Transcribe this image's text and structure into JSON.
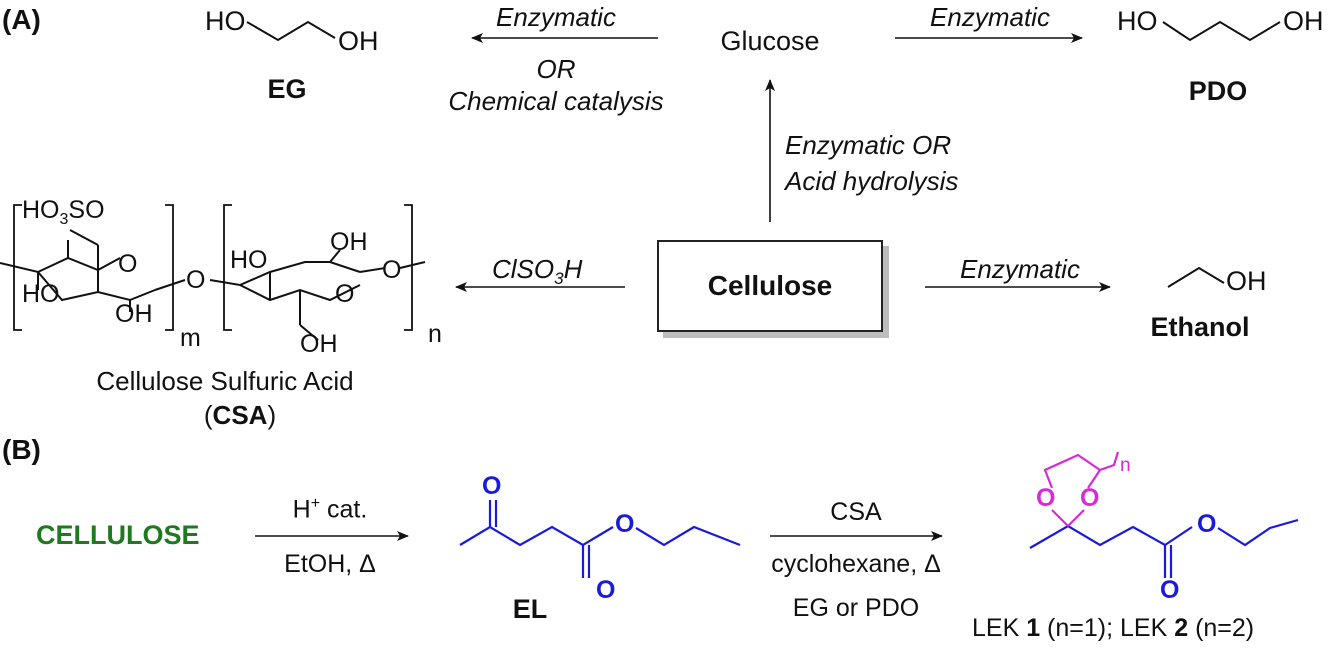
{
  "panels": {
    "a": "(A)",
    "b": "(B)"
  },
  "colors": {
    "blue": "#1a1adb",
    "green": "#1f7a1f",
    "magenta": "#d62bd6",
    "black": "#111111"
  },
  "panel_a": {
    "cellulose": "Cellulose",
    "glucose": "Glucose",
    "to_eg": {
      "line1": "Enzymatic",
      "line2": "OR",
      "line3": "Chemical catalysis"
    },
    "to_pdo": "Enzymatic",
    "to_glucose": {
      "line1": "Enzymatic OR",
      "line2": "Acid hydrolysis"
    },
    "to_ethanol": "Enzymatic",
    "to_csa": {
      "main": "ClSO",
      "sub": "3",
      "tail": "H"
    },
    "eg": {
      "label": "EG",
      "ho": "HO",
      "oh": "OH"
    },
    "pdo": {
      "label": "PDO",
      "ho": "HO",
      "oh": "OH"
    },
    "ethanol": {
      "label": "Ethanol",
      "oh": "OH"
    },
    "csa": {
      "ho3so_a": "HO",
      "ho3so_sub": "3",
      "ho3so_b": "SO",
      "ho_left": "HO",
      "oh_bottom_left": "OH",
      "o_ring1": "O",
      "o_bridge": "O",
      "ho_ring2": "HO",
      "oh_top_ring2": "OH",
      "o_ring2": "O",
      "o_end": "O",
      "oh_bottom_ring2": "OH",
      "m": "m",
      "n": "n",
      "name_line1": "Cellulose Sulfuric Acid",
      "name_open": "(",
      "name_bold": "CSA",
      "name_close": ")"
    }
  },
  "panel_b": {
    "cellulose": "CELLULOSE",
    "step1": {
      "h": "H",
      "sup": "+",
      "cat": " cat.",
      "below": "EtOH, Δ"
    },
    "el": {
      "label": "EL",
      "o_ketone": "O",
      "o_ester_co": "O",
      "o_ester": "O"
    },
    "step2": {
      "above": "CSA",
      "below1": "cyclohexane, Δ",
      "below2": "EG or PDO"
    },
    "lek": {
      "o_left": "O",
      "o_right": "O",
      "n": "n",
      "o_co": "O",
      "o_ester": "O",
      "caption_a": "LEK ",
      "num1": "1",
      "caption_b": " (n=1); LEK ",
      "num2": "2",
      "caption_c": " (n=2)"
    }
  }
}
